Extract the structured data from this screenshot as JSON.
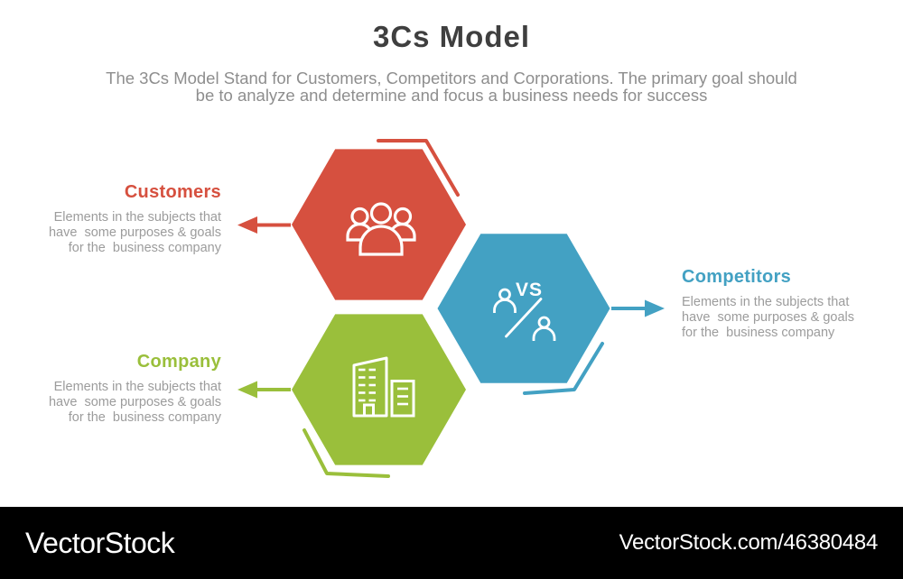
{
  "title": "3Cs Model",
  "subtitle": {
    "line1": "The 3Cs Model Stand for Customers, Competitors and Corporations. The primary goal should",
    "line2": "be to analyze and determine and focus a business needs for success"
  },
  "colors": {
    "customers": "#d6503f",
    "competitors": "#43a1c3",
    "company": "#9abf3b",
    "title_text": "#3f3f3f",
    "subtitle_text": "#8e8e8e",
    "description_text": "#9c9c9c",
    "icon_stroke": "#ffffff",
    "footer_bg": "#000000",
    "footer_text": "#ffffff"
  },
  "sections": [
    {
      "id": "customers",
      "label": "Customers",
      "icon": "people-group-icon",
      "desc_lines": [
        "Elements in the subjects that",
        "have  some purposes & goals",
        "for the  business company"
      ]
    },
    {
      "id": "competitors",
      "label": "Competitors",
      "icon": "vs-comparison-icon",
      "vs_text": "VS",
      "desc_lines": [
        "Elements in the subjects that",
        "have  some purposes & goals",
        "for the  business company"
      ]
    },
    {
      "id": "company",
      "label": "Company",
      "icon": "office-building-icon",
      "desc_lines": [
        "Elements in the subjects that",
        "have  some purposes & goals",
        "for the  business company"
      ]
    }
  ],
  "footer": {
    "brand": "VectorStock",
    "credit": "VectorStock.com/46380484"
  }
}
